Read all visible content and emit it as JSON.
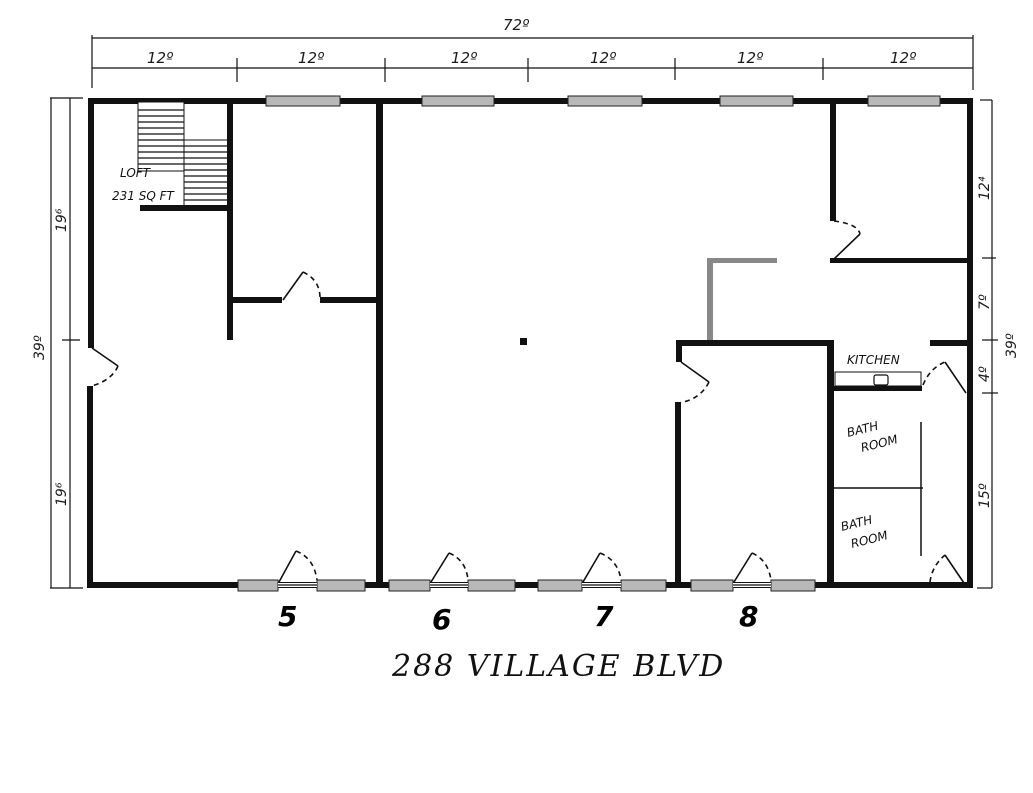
{
  "drawing": {
    "type": "floor plan",
    "address": "288 VILLAGE BLVD",
    "overall_width": "72⁰",
    "overall_depth": "39⁰"
  },
  "dimensions": {
    "top_total": "72º",
    "top_segments": [
      "12º",
      "12º",
      "12º",
      "12º",
      "12º",
      "12º"
    ],
    "left_total": "39º",
    "left_segments": [
      "19⁶",
      "19⁶"
    ],
    "right_total": "39º",
    "right_segments": [
      "12⁴",
      "7º",
      "4º",
      "15º"
    ]
  },
  "rooms": {
    "loft_label": "LOFT",
    "loft_area": "231 SQ FT",
    "kitchen_label": "KITCHEN",
    "bath1_line1": "BATH",
    "bath1_line2": "ROOM",
    "bath2_line1": "BATH",
    "bath2_line2": "ROOM"
  },
  "units": [
    {
      "number": "5"
    },
    {
      "number": "6"
    },
    {
      "number": "7"
    },
    {
      "number": "8"
    }
  ]
}
